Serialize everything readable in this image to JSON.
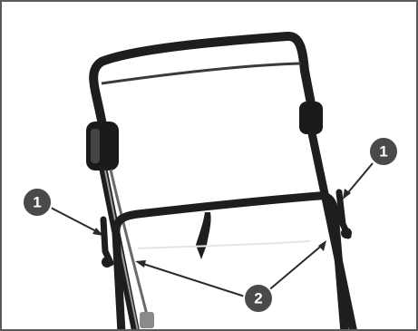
{
  "figure": {
    "callouts": [
      {
        "id": "left-bolt",
        "label": "1"
      },
      {
        "id": "right-bolt",
        "label": "1"
      },
      {
        "id": "lower-handle",
        "label": "2"
      }
    ],
    "colors": {
      "frame": "#5a5a5a",
      "handle": "#1e1e1e",
      "callout_fill": "#4a4a4a",
      "callout_ring": "#ffffff",
      "pointer": "#2a2a2a"
    }
  }
}
